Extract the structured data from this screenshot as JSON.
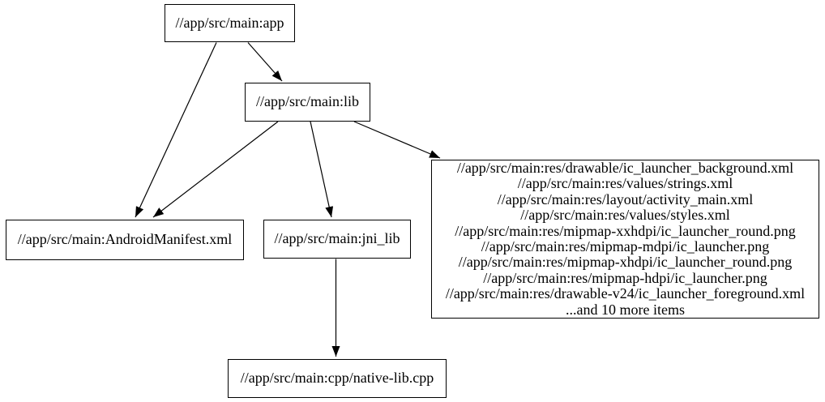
{
  "diagram": {
    "type": "dependency-graph",
    "background_color": "#ffffff",
    "node_border_color": "#000000",
    "edge_color": "#000000",
    "text_color": "#000000",
    "nodes": {
      "app": {
        "label": "//app/src/main:app"
      },
      "lib": {
        "label": "//app/src/main:lib"
      },
      "android_manifest": {
        "label": "//app/src/main:AndroidManifest.xml"
      },
      "jni_lib": {
        "label": "//app/src/main:jni_lib"
      },
      "native_lib_cpp": {
        "label": "//app/src/main:cpp/native-lib.cpp"
      },
      "res_group": {
        "lines": [
          "//app/src/main:res/drawable/ic_launcher_background.xml",
          "//app/src/main:res/values/strings.xml",
          "//app/src/main:res/layout/activity_main.xml",
          "//app/src/main:res/values/styles.xml",
          "//app/src/main:res/mipmap-xxhdpi/ic_launcher_round.png",
          "//app/src/main:res/mipmap-mdpi/ic_launcher.png",
          "//app/src/main:res/mipmap-xhdpi/ic_launcher_round.png",
          "//app/src/main:res/mipmap-hdpi/ic_launcher.png",
          "//app/src/main:res/drawable-v24/ic_launcher_foreground.xml",
          "...and 10 more items"
        ]
      }
    },
    "edges": [
      {
        "from": "app",
        "to": "android_manifest"
      },
      {
        "from": "app",
        "to": "lib"
      },
      {
        "from": "lib",
        "to": "android_manifest"
      },
      {
        "from": "lib",
        "to": "jni_lib"
      },
      {
        "from": "lib",
        "to": "res_group"
      },
      {
        "from": "jni_lib",
        "to": "native_lib_cpp"
      }
    ]
  }
}
